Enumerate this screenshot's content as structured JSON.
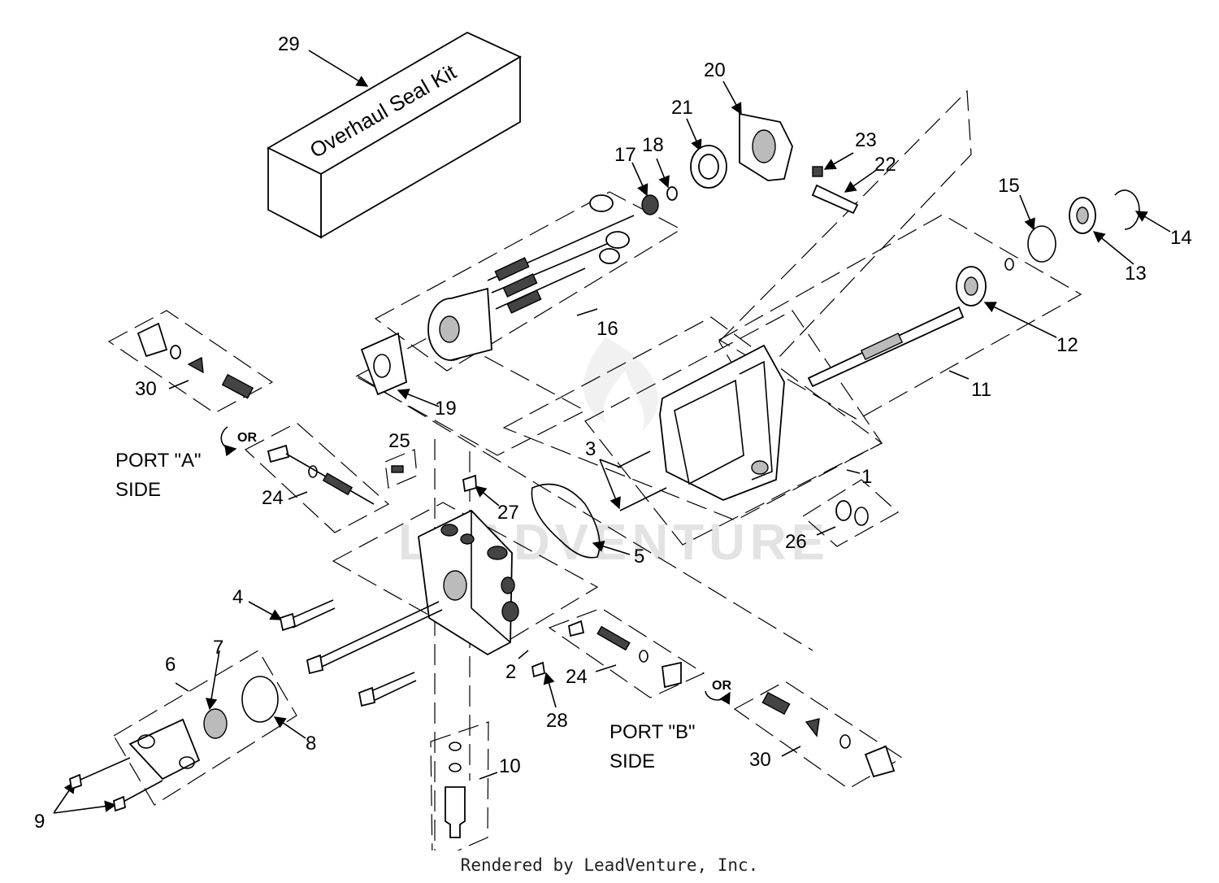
{
  "diagram": {
    "kit_box_text": "Overhaul Seal Kit",
    "watermark": "LEADVENTURE",
    "callouts": [
      {
        "id": "29",
        "text": "29"
      },
      {
        "id": "20",
        "text": "20"
      },
      {
        "id": "21",
        "text": "21"
      },
      {
        "id": "17",
        "text": "17"
      },
      {
        "id": "18",
        "text": "18"
      },
      {
        "id": "23",
        "text": "23"
      },
      {
        "id": "22",
        "text": "22"
      },
      {
        "id": "15",
        "text": "15"
      },
      {
        "id": "14",
        "text": "14"
      },
      {
        "id": "13",
        "text": "13"
      },
      {
        "id": "16",
        "text": "16"
      },
      {
        "id": "12",
        "text": "12"
      },
      {
        "id": "30a",
        "text": "30"
      },
      {
        "id": "19",
        "text": "19"
      },
      {
        "id": "11",
        "text": "11"
      },
      {
        "id": "25",
        "text": "25"
      },
      {
        "id": "3",
        "text": "3"
      },
      {
        "id": "1",
        "text": "1"
      },
      {
        "id": "24a",
        "text": "24"
      },
      {
        "id": "27",
        "text": "27"
      },
      {
        "id": "26",
        "text": "26"
      },
      {
        "id": "5",
        "text": "5"
      },
      {
        "id": "4",
        "text": "4"
      },
      {
        "id": "7",
        "text": "7"
      },
      {
        "id": "6",
        "text": "6"
      },
      {
        "id": "2",
        "text": "2"
      },
      {
        "id": "24b",
        "text": "24"
      },
      {
        "id": "8",
        "text": "8"
      },
      {
        "id": "28",
        "text": "28"
      },
      {
        "id": "10",
        "text": "10"
      },
      {
        "id": "30b",
        "text": "30"
      },
      {
        "id": "9",
        "text": "9"
      }
    ],
    "port_a": {
      "line1": "PORT \"A\"",
      "line2": "SIDE",
      "or": "OR"
    },
    "port_b": {
      "line1": "PORT \"B\"",
      "line2": "SIDE",
      "or": "OR"
    }
  },
  "footer": {
    "text": "Rendered by LeadVenture, Inc."
  }
}
